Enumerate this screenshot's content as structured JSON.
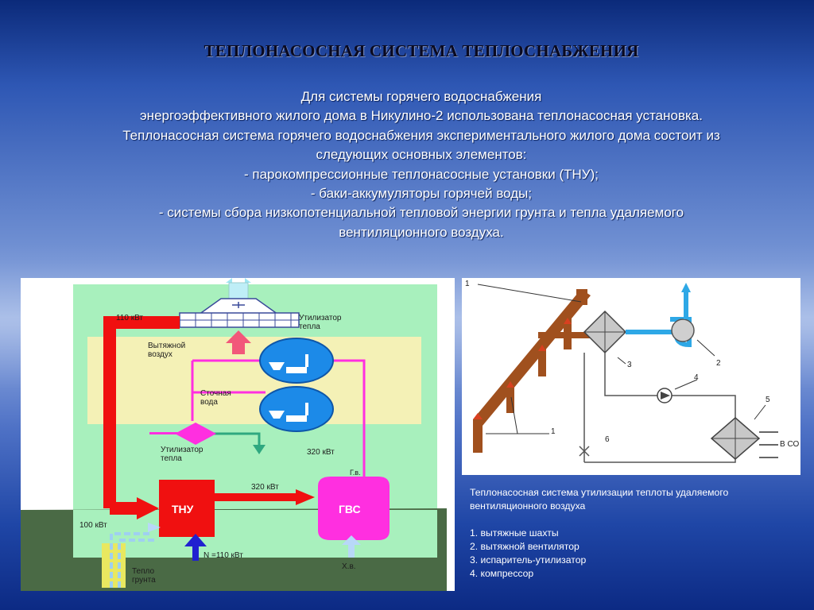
{
  "title": "ТЕПЛОНАСОСНАЯ СИСТЕМА ТЕПЛОСНАБЖЕНИЯ",
  "intro_lines": [
    "Для системы горячего водоснабжения",
    "энергоэффективного жилого дома в Никулино-2 использована теплонасосная установка.",
    "Теплонасосная система горячего водоснабжения экспериментального жилого дома состоит из",
    "следующих основных элементов:",
    "- парокомпрессионные теплонасосные установки (ТНУ);",
    "- баки-аккумуляторы горячей воды;",
    "- системы сбора низкопотенциальной тепловой энергии грунта и тепла удаляемого",
    "вентиляционного воздуха."
  ],
  "left_diagram": {
    "power_top": "110 кВт",
    "utilizer_top": [
      "Утилизатор",
      "тепла"
    ],
    "exhaust_air": [
      "Вытяжной",
      "воздух"
    ],
    "waste_water": [
      "Сточная",
      "вода"
    ],
    "utilizer_bottom": [
      "Утилизатор",
      "тепла"
    ],
    "power_320_a": "320 кВт",
    "power_320_b": "320 кВт",
    "gv": "Г.в.",
    "hp_unit": "ТНУ",
    "hot_water_unit": "ГВС",
    "power_100": "100 кВт",
    "power_n": "N =110 кВт",
    "cold_water": "Х.в.",
    "ground_heat": [
      "Тепло",
      "грунта"
    ],
    "colors": {
      "light_green": "#a8f0bd",
      "yellow": "#f4f1b6",
      "ground": "#4a6a45",
      "red": "#f01010",
      "magenta": "#ff2fe0",
      "tank_blue": "#1c8ae8"
    }
  },
  "right_diagram": {
    "labels": [
      "1",
      "1",
      "2",
      "3",
      "4",
      "5",
      "6"
    ],
    "side_label": "В СО",
    "colors": {
      "duct": "#a0501e",
      "fan_blue": "#2ea8e6"
    }
  },
  "caption": [
    "Теплонасосная система утилизации теплоты удаляемого",
    "вентиляционного воздуха",
    "",
    "1. вытяжные шахты",
    "2. вытяжной вентилятор",
    "3. испаритель-утилизатор",
    "4. компрессор"
  ]
}
